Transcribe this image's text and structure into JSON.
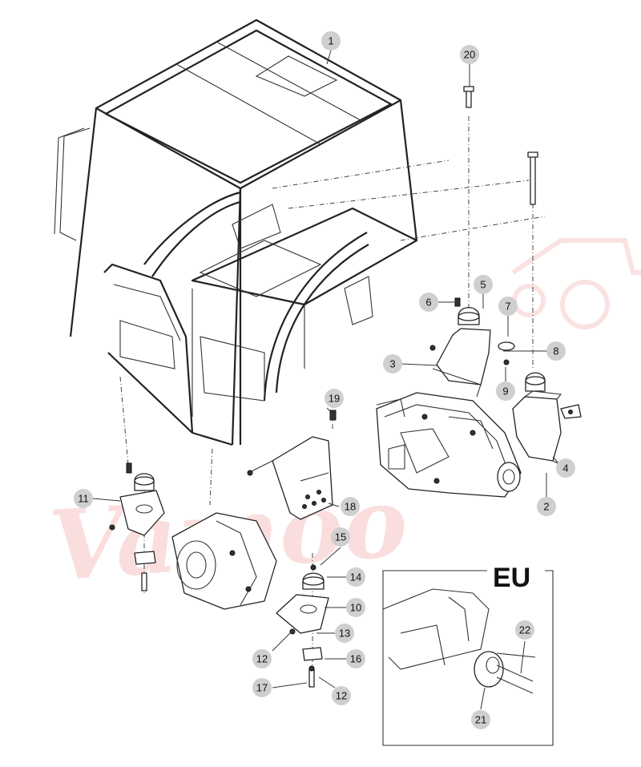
{
  "inset": {
    "label": "EU"
  },
  "watermark": {
    "text": "Vamoo"
  },
  "callouts": [
    {
      "number": "1",
      "part": "cab-frame"
    },
    {
      "number": "2",
      "part": "gearbox-rear"
    },
    {
      "number": "3",
      "part": "front-mount-bracket"
    },
    {
      "number": "4",
      "part": "rear-mount-bracket"
    },
    {
      "number": "5",
      "part": "rubber-mount"
    },
    {
      "number": "6",
      "part": "bolt"
    },
    {
      "number": "7",
      "part": "washer"
    },
    {
      "number": "8",
      "part": "washer"
    },
    {
      "number": "9",
      "part": "nut"
    },
    {
      "number": "10",
      "part": "mount-bracket"
    },
    {
      "number": "11",
      "part": "left-mount-bracket"
    },
    {
      "number": "12",
      "part": "nut"
    },
    {
      "number": "12",
      "part": "nut"
    },
    {
      "number": "13",
      "part": "bolt"
    },
    {
      "number": "14",
      "part": "rubber-mount"
    },
    {
      "number": "15",
      "part": "nut"
    },
    {
      "number": "16",
      "part": "plate"
    },
    {
      "number": "17",
      "part": "bolt"
    },
    {
      "number": "18",
      "part": "step"
    },
    {
      "number": "19",
      "part": "bolt"
    },
    {
      "number": "20",
      "part": "long-bolt"
    },
    {
      "number": "21",
      "part": "mount"
    },
    {
      "number": "22",
      "part": "stud"
    }
  ],
  "colors": {
    "line": "#222222",
    "callout_fill": "#cfcfcf",
    "watermark": "#e23b3b"
  }
}
